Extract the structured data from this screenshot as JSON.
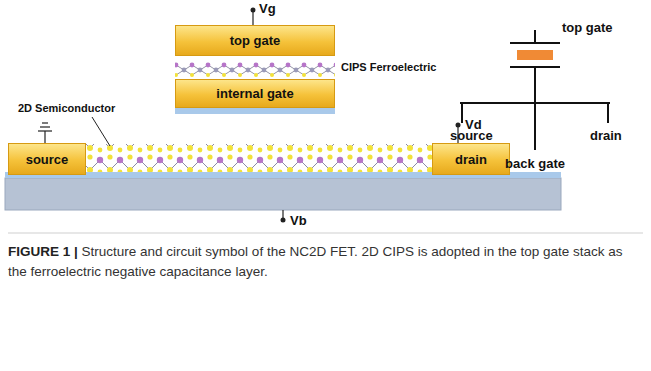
{
  "diagram": {
    "caption": "Structure and circuit symbol of the NC2D FET. 2D CIPS is adopted in the top gate stack as the ferroelectric negative capacitance layer.",
    "nodes": [
      {
        "text": [
          "top gate"
        ]
      },
      {
        "text": [
          "internal gate"
        ]
      },
      {
        "text": [
          "source"
        ]
      },
      {
        "text": [
          "drain"
        ]
      }
    ],
    "edges": [],
    "labels": [
      "Vg",
      "CIPS Ferroelectric",
      "2D Semiconductor",
      "Vd",
      "Vb",
      "top gate",
      "source",
      "back gate",
      "drain",
      "FIGURE 1 |"
    ]
  }
}
